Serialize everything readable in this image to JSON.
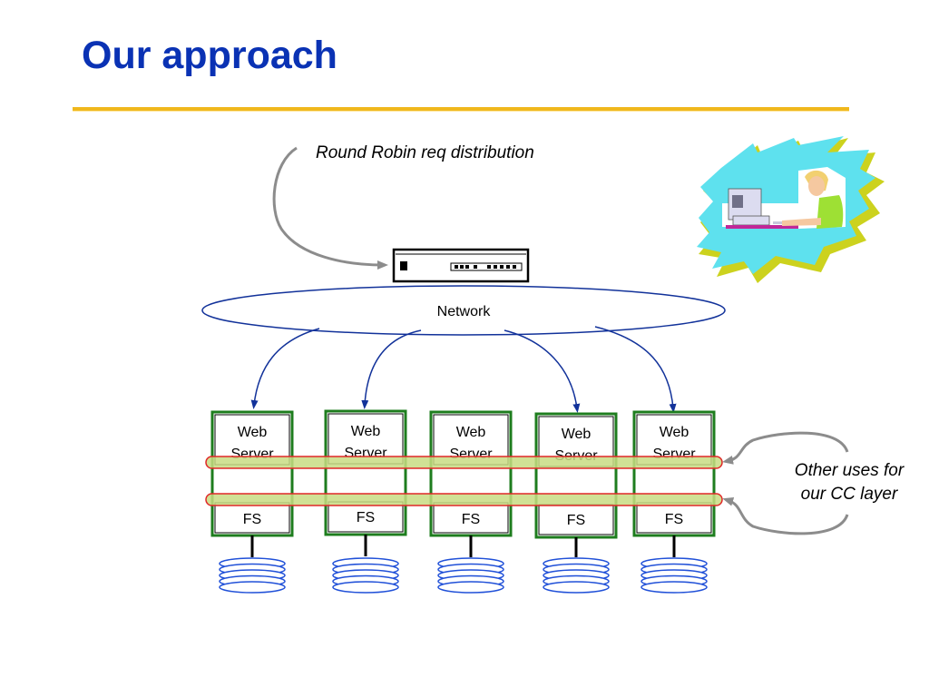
{
  "slide": {
    "title": "Our approach"
  },
  "diagram": {
    "annotations": {
      "round_robin": "Round Robin req distribution",
      "other_uses_line1": "Other uses for",
      "other_uses_line2": "our CC layer"
    },
    "network_label": "Network",
    "load_balancer": {
      "icon": "switch-device-icon"
    },
    "nodes": [
      {
        "server_line1": "Web",
        "server_line2": "Server",
        "fs_label": "FS",
        "receives_request": true
      },
      {
        "server_line1": "Web",
        "server_line2": "Server",
        "fs_label": "FS",
        "receives_request": true
      },
      {
        "server_line1": "Web",
        "server_line2": "Server",
        "fs_label": "FS",
        "receives_request": false
      },
      {
        "server_line1": "Web",
        "server_line2": "Server",
        "fs_label": "FS",
        "receives_request": true
      },
      {
        "server_line1": "Web",
        "server_line2": "Server",
        "fs_label": "FS",
        "receives_request": true
      }
    ],
    "cc_layers": [
      "web-server-layer",
      "fs-layer"
    ],
    "clipart": "person-at-computer-icon",
    "colors": {
      "title": "#0a32b4",
      "rule": "#f0b81c",
      "node_border": "#1e7d1e",
      "arrow": "#12329a",
      "band_fill": "#c8dc82",
      "band_stroke": "#e02828",
      "disk": "#2050d8",
      "callout": "#8c8c8c"
    }
  }
}
